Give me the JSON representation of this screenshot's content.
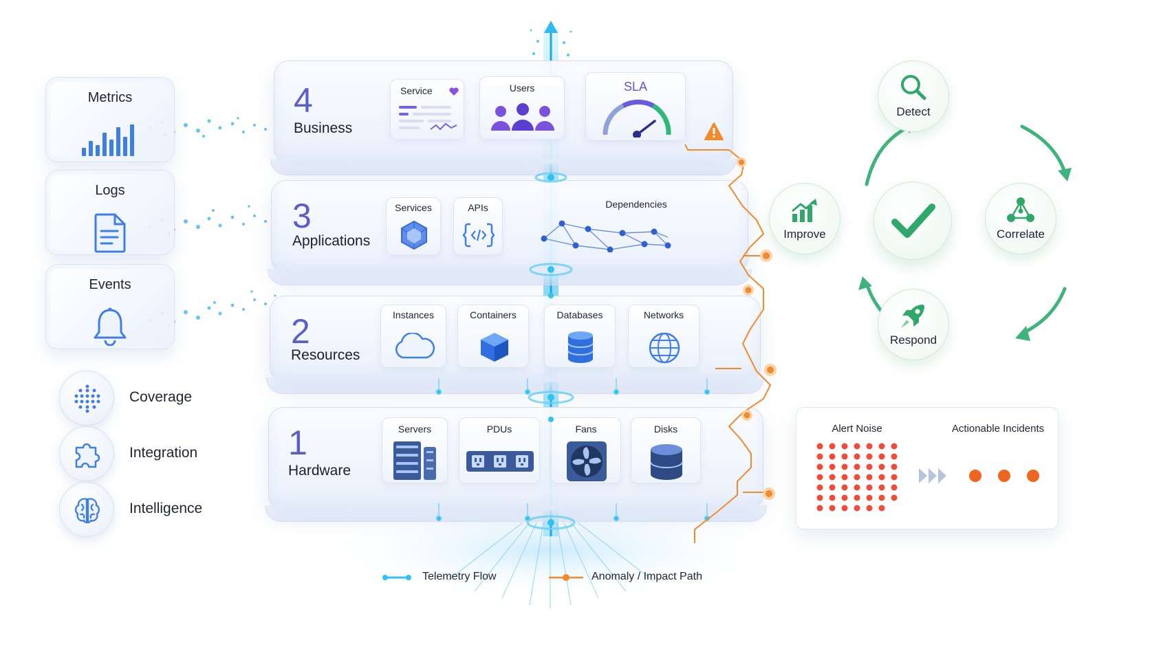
{
  "sources": [
    {
      "label": "Metrics",
      "icon": "bar-chart-icon"
    },
    {
      "label": "Logs",
      "icon": "document-icon"
    },
    {
      "label": "Events",
      "icon": "bell-icon"
    }
  ],
  "capabilities": [
    {
      "label": "Coverage",
      "icon": "dot-grid-icon"
    },
    {
      "label": "Integration",
      "icon": "puzzle-icon"
    },
    {
      "label": "Intelligence",
      "icon": "brain-icon"
    }
  ],
  "layers": {
    "business": {
      "number": "4",
      "name": "Business",
      "tiles": {
        "service": "Service",
        "users": "Users",
        "sla": "SLA"
      }
    },
    "applications": {
      "number": "3",
      "name": "Applications",
      "tiles": {
        "services": "Services",
        "apis": "APIs",
        "dependencies": "Dependencies"
      }
    },
    "resources": {
      "number": "2",
      "name": "Resources",
      "tiles": {
        "instances": "Instances",
        "containers": "Containers",
        "databases": "Databases",
        "networks": "Networks"
      }
    },
    "hardware": {
      "number": "1",
      "name": "Hardware",
      "tiles": {
        "servers": "Servers",
        "pdus": "PDUs",
        "fans": "Fans",
        "disks": "Disks"
      }
    }
  },
  "cycle": {
    "detect": "Detect",
    "correlate": "Correlate",
    "respond": "Respond",
    "improve": "Improve"
  },
  "alerts": {
    "noise_label": "Alert Noise",
    "incidents_label": "Actionable Incidents",
    "noise_dot_count": 48,
    "incident_dot_count": 3
  },
  "legend": {
    "telemetry": "Telemetry Flow",
    "anomaly": "Anomaly / Impact Path"
  },
  "colors": {
    "telemetry": "#2fc4f0",
    "anomaly": "#f28a2b",
    "cycle": "#3fb47a",
    "accent": "#5a5fc8",
    "noise": "#ef4b3b",
    "incident": "#f0651f"
  }
}
